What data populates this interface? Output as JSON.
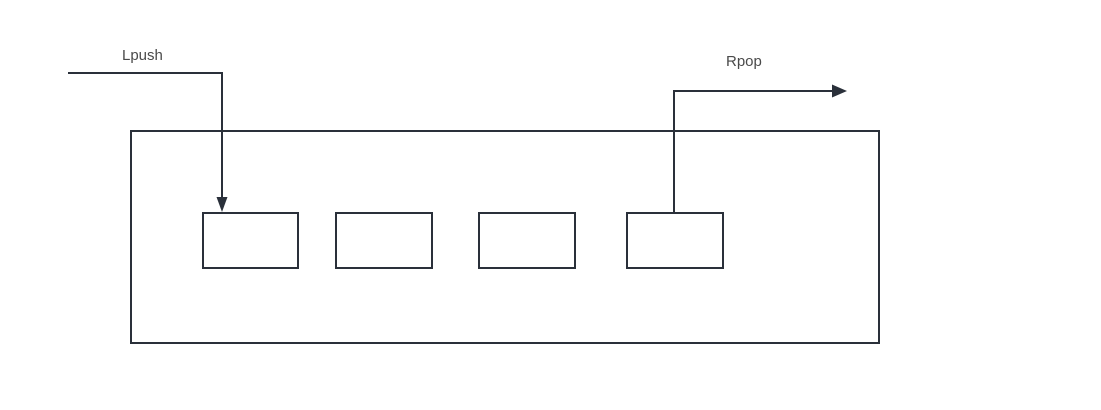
{
  "diagram": {
    "type": "flow",
    "labels": {
      "lpush": "Lpush",
      "rpop": "Rpop"
    },
    "colors": {
      "stroke": "#2a303a",
      "label": "#4a4a4a",
      "background": "#ffffff",
      "shape_fill": "#ffffff"
    },
    "list": {
      "cell_count": 4,
      "cells": [
        "",
        "",
        "",
        ""
      ]
    }
  }
}
